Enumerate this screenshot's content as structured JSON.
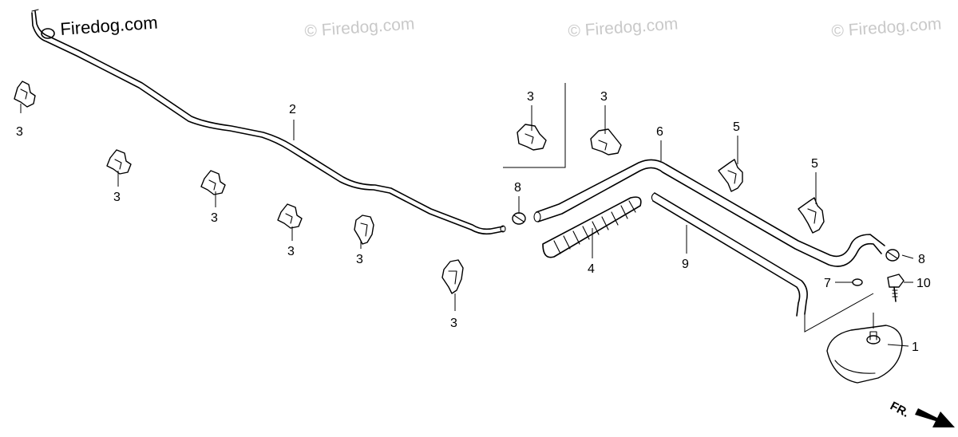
{
  "watermarks": {
    "main": "Firedog.com",
    "faded": [
      "© Firedog.com",
      "© Firedog.com",
      "© Firedog.com"
    ]
  },
  "direction_label": "FR.",
  "callouts": [
    {
      "id": "c-3a",
      "text": "3"
    },
    {
      "id": "c-2",
      "text": "2"
    },
    {
      "id": "c-3b",
      "text": "3"
    },
    {
      "id": "c-3c",
      "text": "3"
    },
    {
      "id": "c-3d",
      "text": "3"
    },
    {
      "id": "c-3e",
      "text": "3"
    },
    {
      "id": "c-3f",
      "text": "3"
    },
    {
      "id": "c-3g",
      "text": "3"
    },
    {
      "id": "c-3h",
      "text": "3"
    },
    {
      "id": "c-8a",
      "text": "8"
    },
    {
      "id": "c-4",
      "text": "4"
    },
    {
      "id": "c-6",
      "text": "6"
    },
    {
      "id": "c-9",
      "text": "9"
    },
    {
      "id": "c-5a",
      "text": "5"
    },
    {
      "id": "c-5b",
      "text": "5"
    },
    {
      "id": "c-8b",
      "text": "8"
    },
    {
      "id": "c-7",
      "text": "7"
    },
    {
      "id": "c-10",
      "text": "10"
    },
    {
      "id": "c-1",
      "text": "1"
    }
  ]
}
